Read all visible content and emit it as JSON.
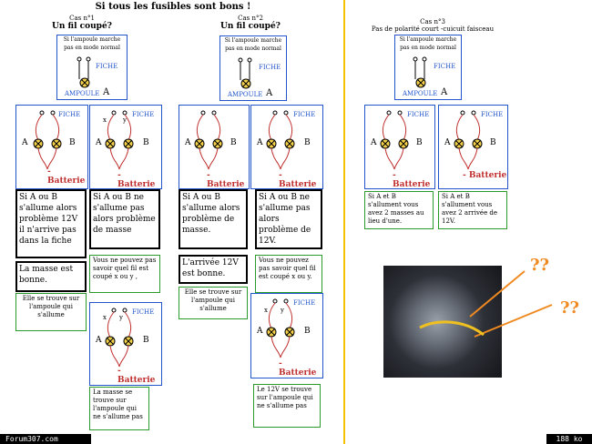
{
  "title": "Si tous les fusibles sont bons !",
  "cases": [
    {
      "num": "Cas n°1",
      "name": "Un fil coupé?"
    },
    {
      "num": "Cas n°2",
      "name": "Un fil coupé?"
    },
    {
      "num": "Cas n°3",
      "name": "Pas de polarité court -cuicuit faisceau"
    }
  ],
  "top_box": {
    "line1": "Si l'ampoule marche",
    "line2": "pas en mode normal",
    "fiche": "FICHE",
    "ampoule": "AMPOULE",
    "a": "A"
  },
  "labels": {
    "fiche": "FICHE",
    "a": "A",
    "b": "B",
    "x": "x",
    "y": "y",
    "batterie": "- Batterie"
  },
  "texts": {
    "c1_left": "Si A ou B s'allume alors problème 12V il n'arrive pas dans la fiche",
    "c1_left_b": "La masse est bonne.",
    "c1_left_green": "Elle se trouve sur l'ampoule qui s'allume",
    "c1_right": "Si A ou B ne s'allume pas alors problème de masse",
    "c1_right_green": "Vous ne pouvez pas savoir quel fil est coupé x ou y ,",
    "c1_bottom_green": "La masse se trouve sur l'ampoule qui ne s'allume pas",
    "c2_left": "Si A ou B s'allume alors problème de masse.",
    "c2_left_b": "L'arrivée 12V est bonne.",
    "c2_left_green": "Elle se trouve sur l'ampoule qui s'allume",
    "c2_right": "Si A ou B ne s'allume pas alors problème de 12V.",
    "c2_right_green": "Vous ne pouvez pas savoir quel fil est coupé x ou y.",
    "c2_bottom_green": "Le 12V se trouve sur l'ampoule qui ne s'allume pas",
    "c3_left_green": "Si A et B s'allument vous avez 2 masses au lieu d'une.",
    "c3_right_green": "Si A et B s'allument vous avez 2 arrivée de 12V."
  },
  "question_marks": "??",
  "footer_left": "Forum307.com",
  "footer_right": "188 ko"
}
